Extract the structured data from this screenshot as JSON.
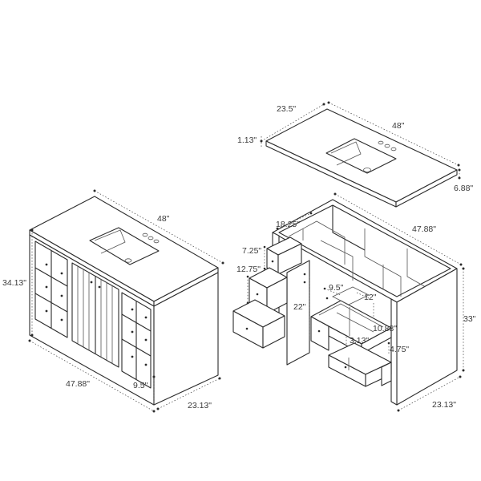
{
  "labels": {
    "left_top_width": "48\"",
    "left_height": "34.13\"",
    "left_width": "47.88\"",
    "left_toe_kick": "9.5\"",
    "left_depth": "23.13\"",
    "top_depth": "23.5\"",
    "top_width": "48\"",
    "top_thickness": "1.13\"",
    "top_backsplash": "6.88\"",
    "right_interior_width": "18.25\"",
    "right_width": "47.88\"",
    "right_drawer_small": "7.25\"",
    "right_drawer_mid": "12.75\"",
    "right_door_height": "22\"",
    "right_center_drawer_w": "9.5\"",
    "right_center_drawer_w2": "12\"",
    "right_center_drawer_d": "10.88\"",
    "right_center_drawer_h": "3.13\"",
    "right_lower_drawer_h": "4.75\"",
    "right_height": "33\"",
    "right_depth": "23.13\""
  }
}
